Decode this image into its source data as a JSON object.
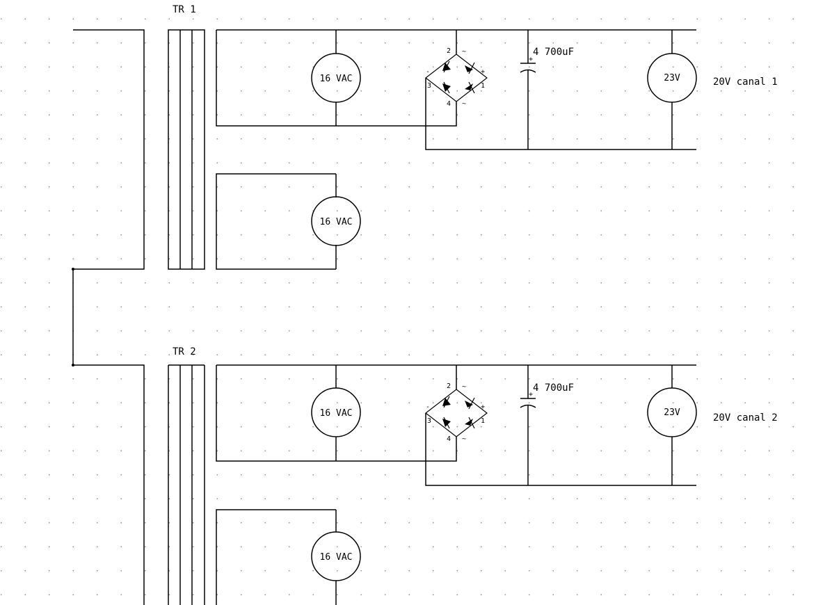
{
  "transformers": [
    {
      "label": "TR 1"
    },
    {
      "label": "TR 2"
    }
  ],
  "sources": {
    "secondary_label": "16 VAC",
    "output_label": "23V"
  },
  "capacitor": {
    "value": "4 700uF"
  },
  "channels": [
    {
      "label": "20V canal 1"
    },
    {
      "label": "20V canal 2"
    }
  ],
  "bridge": {
    "pin_numbers": [
      "1",
      "2",
      "3",
      "4"
    ],
    "plus": "+",
    "minus": "-",
    "ac": "~",
    "cap_plus": "+"
  }
}
